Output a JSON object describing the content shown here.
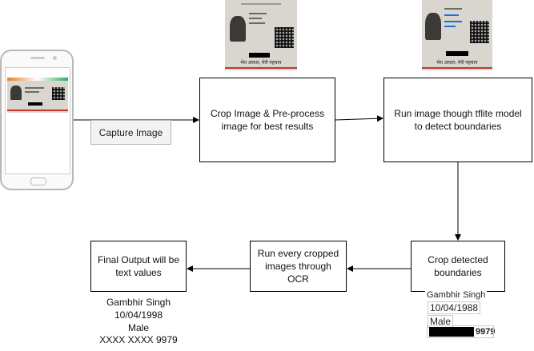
{
  "capture_button": "Capture Image",
  "steps": {
    "crop": "Crop Image & Pre-process image for best results",
    "tflite": "Run image though tflite model to detect boundaries",
    "detected": "Crop detected boundaries",
    "ocr": "Run every cropped images through OCR",
    "final": "Final Output will be text values"
  },
  "output_values": [
    "Gambhir Singh",
    "10/04/1998",
    "Male",
    "XXXX XXXX 9979"
  ],
  "cropped_fields": {
    "name": "Gambhir Singh",
    "dob": "10/04/1988",
    "gender": "Male",
    "number_tail": "9979"
  },
  "card": {
    "caption": "मेरा आधार, मेरी पहचान"
  }
}
